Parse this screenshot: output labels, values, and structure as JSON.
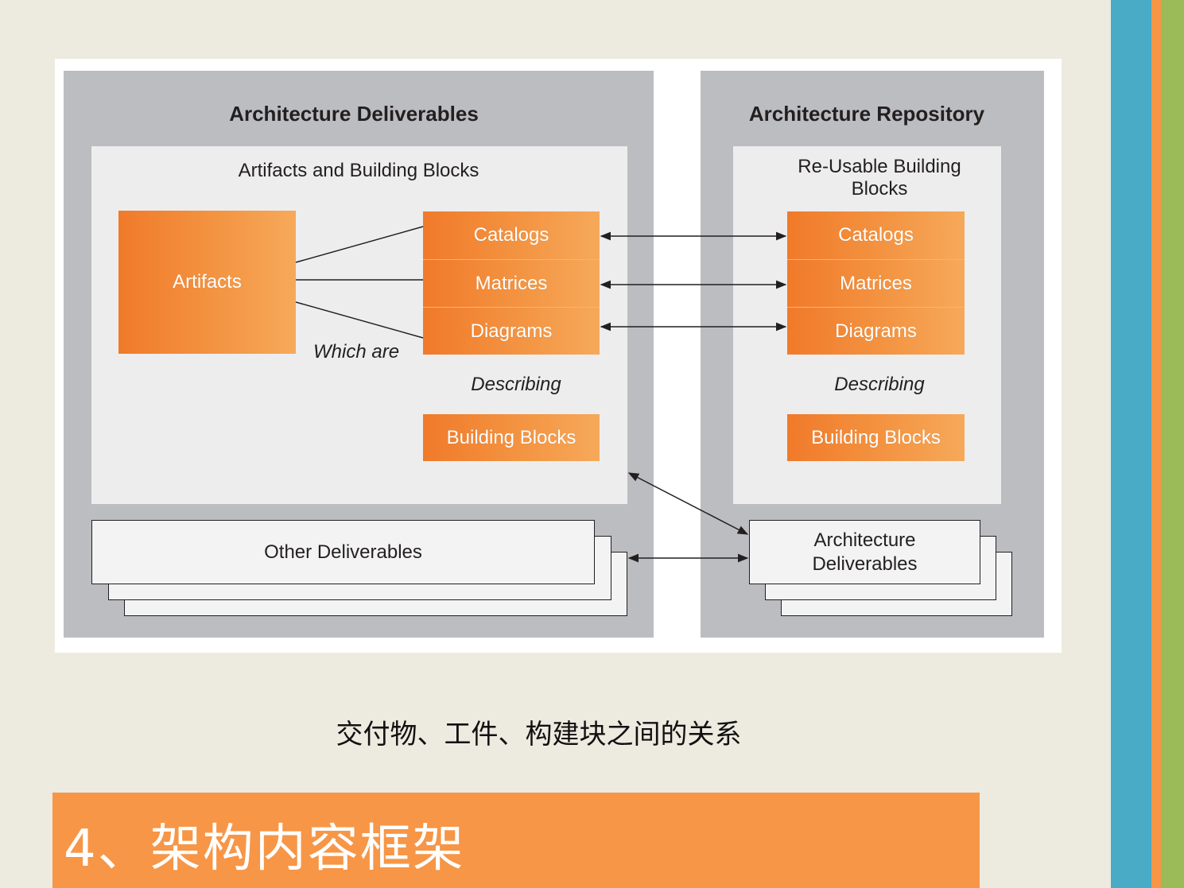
{
  "diagram": {
    "left_panel": {
      "title": "Architecture Deliverables",
      "inner_title": "Artifacts and Building Blocks",
      "artifacts_label": "Artifacts",
      "which_are": "Which are",
      "items": [
        "Catalogs",
        "Matrices",
        "Diagrams"
      ],
      "describing": "Describing",
      "building_blocks": "Building Blocks",
      "other_deliverables": "Other Deliverables"
    },
    "right_panel": {
      "title": "Architecture Repository",
      "inner_title_line1": "Re-Usable Building",
      "inner_title_line2": "Blocks",
      "items": [
        "Catalogs",
        "Matrices",
        "Diagrams"
      ],
      "describing": "Describing",
      "building_blocks": "Building Blocks",
      "deliverables_line1": "Architecture",
      "deliverables_line2": "Deliverables"
    },
    "colors": {
      "orange": "#f39442",
      "panel_gray": "#bcbdc0",
      "inner_light": "#ededee"
    }
  },
  "caption": "交付物、工件、构建块之间的关系",
  "section_heading": "4、架构内容框架",
  "theme": {
    "stripe_colors": [
      "#4aabc6",
      "#f79646",
      "#9bbb59"
    ],
    "background": "#edeae0",
    "banner_color": "#f79646"
  }
}
